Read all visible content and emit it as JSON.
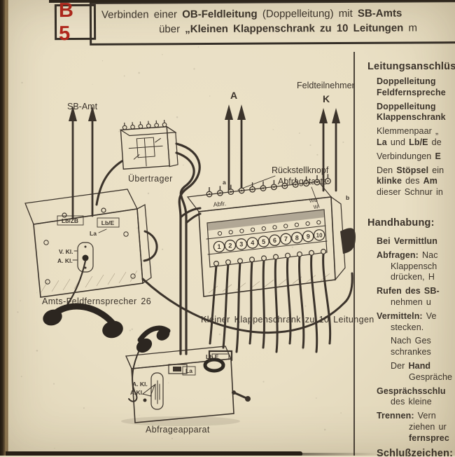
{
  "page": {
    "background": "#e9dfc4",
    "ink": "#3b332b",
    "accent_red": "#b3271d",
    "panel_dark": "#554e46"
  },
  "header": {
    "tag": "B 5",
    "line1": [
      {
        "t": "Verbinden einer "
      },
      {
        "b": 1,
        "t": "OB-Feldleitung "
      },
      {
        "t": "(Doppelleitung) mit "
      },
      {
        "b": 1,
        "t": "SB-Amts"
      }
    ],
    "line2": [
      {
        "t": "über "
      },
      {
        "b": 1,
        "t": "„Kleinen Klappenschrank zu 10 Leitungen "
      },
      {
        "t": "m"
      }
    ]
  },
  "diagram": {
    "labels": {
      "sb_amt": "SB-Amt",
      "uebertrager": "Übertrager",
      "a_arrow": "A",
      "feldteilnehmer": "Feldteilnehmer",
      "k_arrow": "K",
      "rueckstellknopf": "Rückstellknopf",
      "abfragetaste": "Abfragetaste",
      "abfr": "Abfr.",
      "wb": "WB",
      "w": "W",
      "small_a": "a",
      "small_b": "b",
      "lb_zb": "Lb/ZB",
      "lb_e": "Lb/E",
      "la": "La",
      "v_kl": "V. Kl.",
      "a_kl": "A. Kl.",
      "phone_caption": "Amts-Feldfernsprecher 26",
      "klappenschrank_caption": "Kleiner Klappenschrank zu 10 Leitungen",
      "abfrage_lb_e": "Lb E",
      "abfrage_la": "La",
      "abfrage_a_kl1": "A. Kl.",
      "abfrage_a_kl2": "A.Kl.",
      "abfrageapparat_caption": "Abfrageapparat"
    },
    "jacks": [
      "1",
      "2",
      "3",
      "4",
      "5",
      "6",
      "7",
      "8",
      "9",
      "10"
    ]
  },
  "right_column": {
    "lines": [
      {
        "h": 1,
        "lvl": 0,
        "gap": 0,
        "seg": [
          {
            "b": 1,
            "t": "Leitungsanschlüss"
          }
        ]
      },
      {
        "lvl": 1,
        "gap": 1,
        "seg": [
          {
            "b": 1,
            "t": "Doppelleitung "
          }
        ]
      },
      {
        "lvl": 1,
        "gap": 0,
        "seg": [
          {
            "b": 1,
            "t": "Feldfernspreche"
          }
        ]
      },
      {
        "lvl": 1,
        "gap": 1,
        "seg": [
          {
            "b": 1,
            "t": "Doppelleitung "
          }
        ]
      },
      {
        "lvl": 1,
        "gap": 0,
        "seg": [
          {
            "b": 1,
            "t": "Klappenschrank"
          }
        ]
      },
      {
        "lvl": 1,
        "gap": 1,
        "seg": [
          {
            "t": "Klemmenpaar „"
          }
        ]
      },
      {
        "lvl": 1,
        "gap": 0,
        "seg": [
          {
            "b": 1,
            "t": "La"
          },
          {
            "t": " und "
          },
          {
            "b": 1,
            "t": "Lb/E"
          },
          {
            "t": " de"
          }
        ]
      },
      {
        "lvl": 1,
        "gap": 1,
        "seg": [
          {
            "t": "Verbindungen "
          },
          {
            "b": 1,
            "t": "E"
          }
        ]
      },
      {
        "lvl": 1,
        "gap": 1,
        "seg": [
          {
            "t": "Den "
          },
          {
            "b": 1,
            "t": "Stöpsel"
          },
          {
            "t": " ein"
          }
        ]
      },
      {
        "lvl": 1,
        "gap": 0,
        "seg": [
          {
            "b": 1,
            "t": "klinke"
          },
          {
            "t": " des "
          },
          {
            "b": 1,
            "t": "Am"
          }
        ]
      },
      {
        "lvl": 1,
        "gap": 0,
        "seg": [
          {
            "t": "dieser Schnur in"
          }
        ]
      },
      {
        "h": 1,
        "lvl": 0,
        "gap": 2,
        "seg": [
          {
            "b": 1,
            "t": "Handhabung:"
          }
        ]
      },
      {
        "lvl": 1,
        "gap": 3,
        "seg": [
          {
            "b": 1,
            "t": "Bei Vermittlun"
          }
        ]
      },
      {
        "lvl": 1,
        "gap": 1,
        "seg": [
          {
            "b": 1,
            "t": "Abfragen:"
          },
          {
            "t": " Nac"
          }
        ]
      },
      {
        "lvl": 2,
        "gap": 0,
        "seg": [
          {
            "t": "Klappensch"
          }
        ]
      },
      {
        "lvl": 2,
        "gap": 0,
        "seg": [
          {
            "t": "drücken, H"
          }
        ]
      },
      {
        "lvl": 1,
        "gap": 1,
        "seg": [
          {
            "b": 1,
            "t": "Rufen des SB-"
          }
        ]
      },
      {
        "lvl": 2,
        "gap": 0,
        "seg": [
          {
            "t": "nehmen u"
          }
        ]
      },
      {
        "lvl": 1,
        "gap": 1,
        "seg": [
          {
            "b": 1,
            "t": "Vermitteln:"
          },
          {
            "t": " Ve"
          }
        ]
      },
      {
        "lvl": 2,
        "gap": 0,
        "seg": [
          {
            "t": "stecken."
          }
        ]
      },
      {
        "lvl": 2,
        "gap": 1,
        "seg": [
          {
            "t": "Nach Ges"
          }
        ]
      },
      {
        "lvl": 2,
        "gap": 0,
        "seg": [
          {
            "t": "schrankes "
          }
        ]
      },
      {
        "lvl": 2,
        "gap": 1,
        "seg": [
          {
            "t": "Der "
          },
          {
            "b": 1,
            "t": "Hand"
          }
        ]
      },
      {
        "lvl": 3,
        "gap": 0,
        "seg": [
          {
            "t": "Gespräche"
          }
        ]
      },
      {
        "lvl": 1,
        "gap": 1,
        "seg": [
          {
            "b": 1,
            "t": "Gesprächsschlu"
          }
        ]
      },
      {
        "lvl": 2,
        "gap": 0,
        "seg": [
          {
            "t": "des kleine"
          }
        ]
      },
      {
        "lvl": 1,
        "gap": 1,
        "seg": [
          {
            "b": 1,
            "t": "Trennen:"
          },
          {
            "t": " Vern"
          }
        ]
      },
      {
        "lvl": 3,
        "gap": 0,
        "seg": [
          {
            "t": "ziehen ur"
          }
        ]
      },
      {
        "lvl": 3,
        "gap": 0,
        "seg": [
          {
            "b": 1,
            "t": "fernsprec"
          }
        ]
      },
      {
        "h": 1,
        "lvl": 1,
        "gap": 1,
        "seg": [
          {
            "b": 1,
            "t": "Schlußzeichen:"
          }
        ]
      }
    ]
  }
}
